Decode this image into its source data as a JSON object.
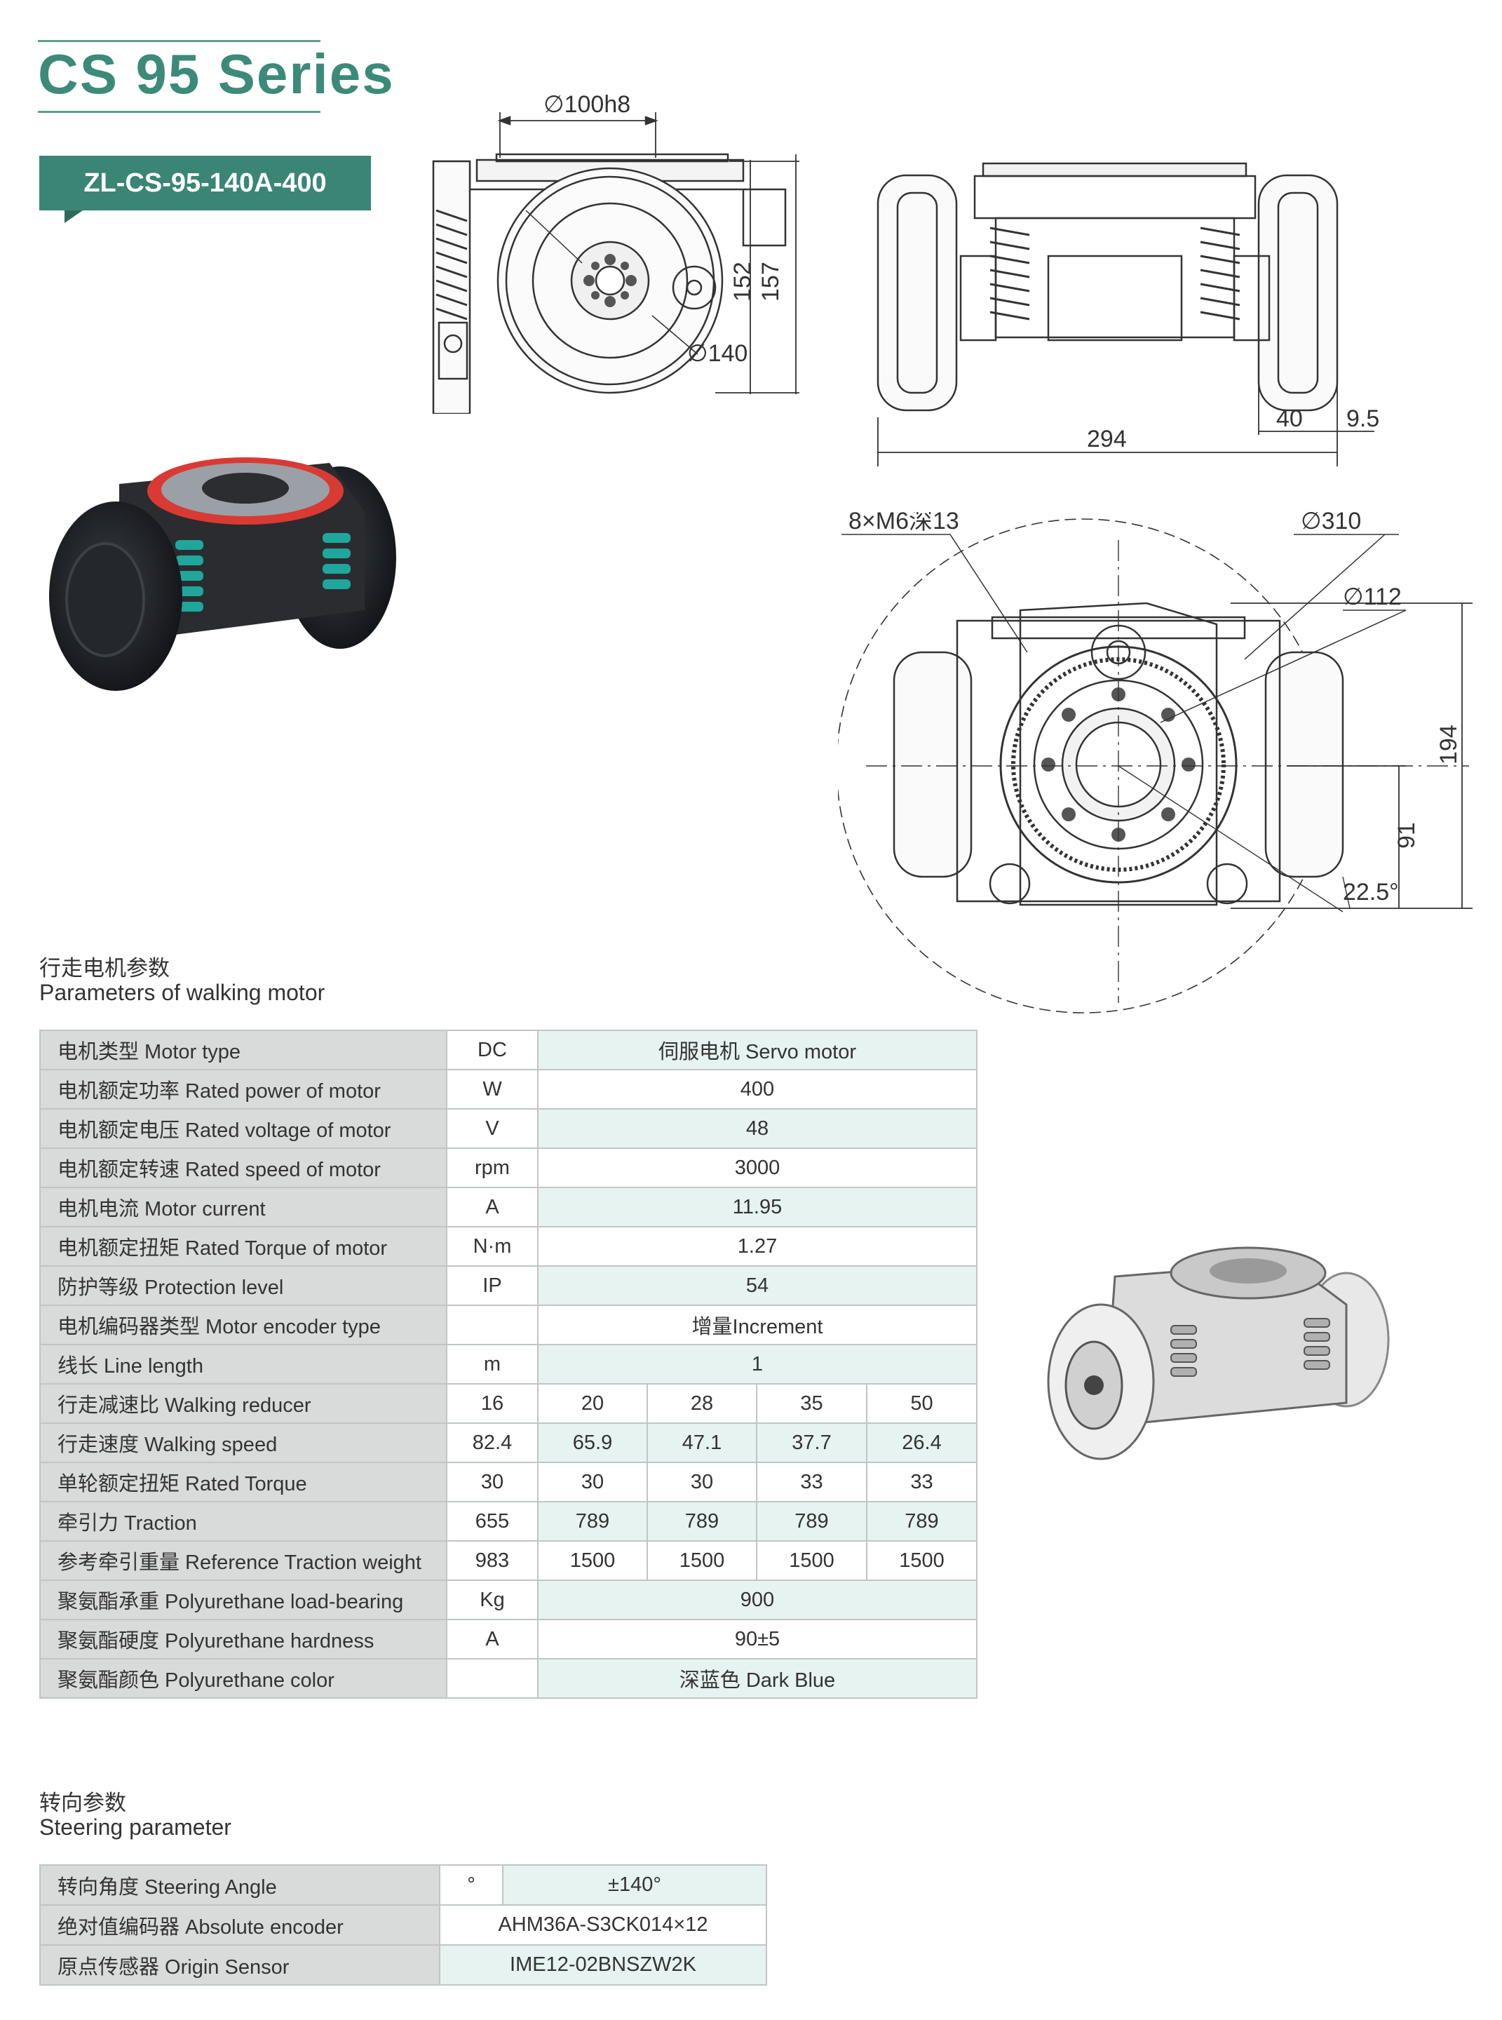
{
  "header": {
    "series_title": "CS 95 Series",
    "model": "ZL-CS-95-140A-400"
  },
  "drawings": {
    "front_view": {
      "dia_top": "∅100h8",
      "dia_wheel": "∅140",
      "height_a": "152",
      "height_b": "157"
    },
    "side_view": {
      "width_total": "294",
      "wheel_width": "40",
      "offset": "9.5"
    },
    "top_view": {
      "holes": "8×M6深13",
      "dia_outer": "∅310",
      "dia_inner": "∅112",
      "height_total": "194",
      "height_half": "91",
      "angle": "22.5°"
    }
  },
  "walking_section": {
    "title_cn": "行走电机参数",
    "title_en": "Parameters of walking motor"
  },
  "walking_table": [
    {
      "label": "电机类型 Motor type",
      "unit": "DC",
      "value": "伺服电机 Servo motor"
    },
    {
      "label": "电机额定功率 Rated power of motor",
      "unit": "W",
      "value": "400"
    },
    {
      "label": "电机额定电压 Rated voltage of motor",
      "unit": "V",
      "value": "48"
    },
    {
      "label": "电机额定转速 Rated speed of motor",
      "unit": "rpm",
      "value": "3000"
    },
    {
      "label": "电机电流 Motor current",
      "unit": "A",
      "value": "11.95"
    },
    {
      "label": "电机额定扭矩 Rated Torque of motor",
      "unit": "N·m",
      "value": "1.27"
    },
    {
      "label": "防护等级 Protection level",
      "unit": "IP",
      "value": "54"
    },
    {
      "label": "电机编码器类型 Motor encoder type",
      "unit": "",
      "value": "增量Increment"
    },
    {
      "label": "线长 Line length",
      "unit": "m",
      "value": "1"
    },
    {
      "label": "行走减速比 Walking reducer",
      "values": [
        "16",
        "20",
        "28",
        "35",
        "50"
      ]
    },
    {
      "label": "行走速度 Walking speed",
      "values": [
        "82.4",
        "65.9",
        "47.1",
        "37.7",
        "26.4"
      ]
    },
    {
      "label": "单轮额定扭矩 Rated Torque",
      "values": [
        "30",
        "30",
        "30",
        "33",
        "33"
      ]
    },
    {
      "label": "牵引力 Traction",
      "values": [
        "655",
        "789",
        "789",
        "789",
        "789"
      ]
    },
    {
      "label": "参考牵引重量 Reference Traction weight",
      "values": [
        "983",
        "1500",
        "1500",
        "1500",
        "1500"
      ]
    },
    {
      "label": "聚氨酯承重 Polyurethane load-bearing",
      "unit": "Kg",
      "value": "900"
    },
    {
      "label": "聚氨酯硬度 Polyurethane hardness",
      "unit": "A",
      "value": "90±5"
    },
    {
      "label": "聚氨酯颜色 Polyurethane color",
      "unit": "",
      "value": "深蓝色 Dark Blue"
    }
  ],
  "steering_section": {
    "title_cn": "转向参数",
    "title_en": "Steering parameter"
  },
  "steering_table": [
    {
      "label": "转向角度 Steering Angle",
      "unit": "°",
      "value": "±140°"
    },
    {
      "label": "绝对值编码器 Absolute encoder",
      "value": "AHM36A-S3CK014×12"
    },
    {
      "label": "原点传感器 Origin Sensor",
      "value": "IME12-02BNSZW2K"
    }
  ]
}
